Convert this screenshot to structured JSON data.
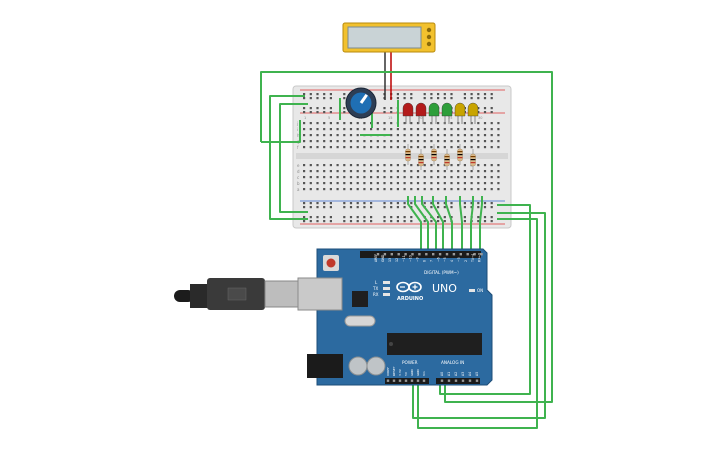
{
  "arduino": {
    "brand": "ARDUINO",
    "model": "UNO",
    "digital_label": "DIGITAL (PWM~)",
    "power_label": "POWER",
    "analog_label": "ANALOG IN",
    "tx_label": "TX",
    "rx_label": "RX",
    "led_label": "L",
    "on_label": "ON",
    "power_pins": [
      "IOREF",
      "RESET",
      "3.3V",
      "5V",
      "GND",
      "GND",
      "Vin"
    ],
    "analog_pins": [
      "A0",
      "A1",
      "A2",
      "A3",
      "A4",
      "A5"
    ],
    "digital_pins": [
      "AREF",
      "GND",
      "13",
      "12",
      "~11",
      "~10",
      "~9",
      "8",
      "7",
      "~6",
      "~5",
      "4",
      "~3",
      "2",
      "TX→1",
      "RX←0"
    ]
  },
  "breadboard": {
    "row_letters_top": [
      "j",
      "i",
      "h",
      "g",
      "f"
    ],
    "row_letters_bottom": [
      "e",
      "d",
      "c",
      "b",
      "a"
    ],
    "column_numbers": [
      "1",
      "5",
      "10",
      "15",
      "20",
      "25",
      "30"
    ]
  },
  "leds": {
    "colors": [
      "#b31b1b",
      "#b31b1b",
      "#2e9e3a",
      "#2e9e3a",
      "#c8a400",
      "#c8a400"
    ]
  },
  "colors": {
    "board": "#2c6aa0",
    "wire": "#3fb34f",
    "breadboard": "#e9e9e9",
    "lcd_body": "#f2c12e",
    "lcd_screen": "#c9d3d6"
  }
}
